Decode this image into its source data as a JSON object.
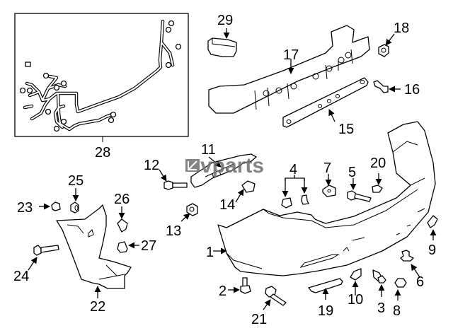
{
  "watermark": {
    "text": "vparts",
    "logo_icon": "kv-logo-icon"
  },
  "callouts": [
    {
      "id": "1",
      "label": "1",
      "part": "bumper-cover"
    },
    {
      "id": "2",
      "label": "2",
      "part": "bolt"
    },
    {
      "id": "3",
      "label": "3",
      "part": "bolt"
    },
    {
      "id": "4",
      "label": "4",
      "part": "grommet-pair"
    },
    {
      "id": "5",
      "label": "5",
      "part": "bolt"
    },
    {
      "id": "6",
      "label": "6",
      "part": "push-pin"
    },
    {
      "id": "7",
      "label": "7",
      "part": "bracket-clip"
    },
    {
      "id": "8",
      "label": "8",
      "part": "cap"
    },
    {
      "id": "9",
      "label": "9",
      "part": "clip"
    },
    {
      "id": "10",
      "label": "10",
      "part": "clip"
    },
    {
      "id": "11",
      "label": "11",
      "part": "side-bracket"
    },
    {
      "id": "12",
      "label": "12",
      "part": "bolt"
    },
    {
      "id": "13",
      "label": "13",
      "part": "nut"
    },
    {
      "id": "14",
      "label": "14",
      "part": "clip"
    },
    {
      "id": "15",
      "label": "15",
      "part": "energy-absorber"
    },
    {
      "id": "16",
      "label": "16",
      "part": "push-pin"
    },
    {
      "id": "17",
      "label": "17",
      "part": "impact-bar"
    },
    {
      "id": "18",
      "label": "18",
      "part": "nut"
    },
    {
      "id": "19",
      "label": "19",
      "part": "reflector-bracket"
    },
    {
      "id": "20",
      "label": "20",
      "part": "clip"
    },
    {
      "id": "21",
      "label": "21",
      "part": "bolt"
    },
    {
      "id": "22",
      "label": "22",
      "part": "splash-shield"
    },
    {
      "id": "23",
      "label": "23",
      "part": "grommet"
    },
    {
      "id": "24",
      "label": "24",
      "part": "bolt"
    },
    {
      "id": "25",
      "label": "25",
      "part": "nut"
    },
    {
      "id": "26",
      "label": "26",
      "part": "clip"
    },
    {
      "id": "27",
      "label": "27",
      "part": "retainer"
    },
    {
      "id": "28",
      "label": "28",
      "part": "wiring-harness"
    },
    {
      "id": "29",
      "label": "29",
      "part": "sensor-module"
    }
  ]
}
